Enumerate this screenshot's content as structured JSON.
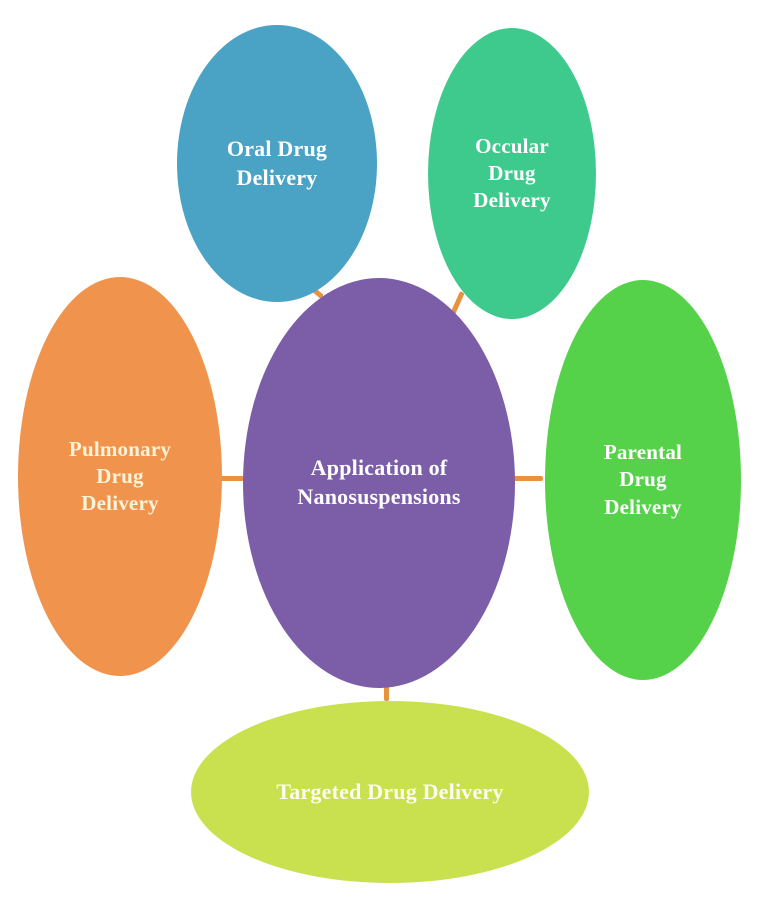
{
  "colors": {
    "background": "#ffffff",
    "connector": "#e8923f"
  },
  "nodes": {
    "center": {
      "label": "Application of\nNanosuspensions",
      "color": "#7b5ea7",
      "text_color": "#ffffff"
    },
    "oral": {
      "label": "Oral Drug\nDelivery",
      "color": "#4aa3c4",
      "text_color": "#ffffff"
    },
    "occular": {
      "label": "Occular\nDrug\nDelivery",
      "color": "#3fca8d",
      "text_color": "#ffffff"
    },
    "pulmonary": {
      "label": "Pulmonary\nDrug\nDelivery",
      "color": "#f0944d",
      "text_color": "#fcf3d9"
    },
    "parental": {
      "label": "Parental\nDrug\nDelivery",
      "color": "#55d14a",
      "text_color": "#ffffff"
    },
    "targeted": {
      "label": "Targeted Drug Delivery",
      "color": "#c9e14f",
      "text_color": "#fdfcf2"
    }
  }
}
